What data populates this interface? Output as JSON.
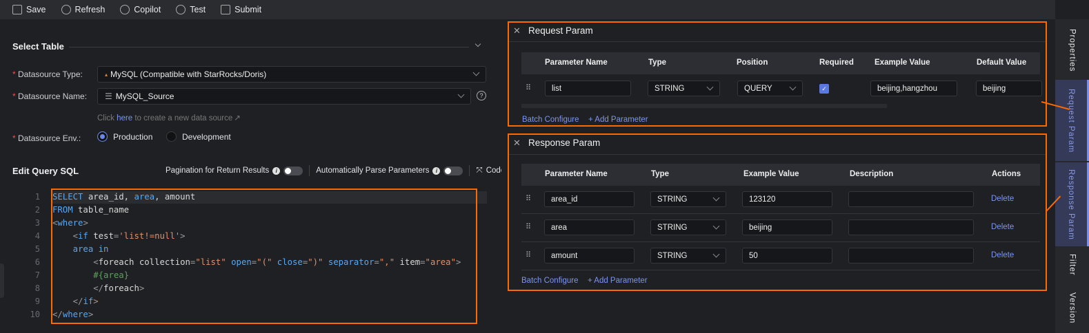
{
  "toolbar": {
    "save": "Save",
    "refresh": "Refresh",
    "copilot": "Copilot",
    "test": "Test",
    "submit": "Submit"
  },
  "select_table": {
    "title": "Select Table",
    "ds_type_label": "Datasource Type:",
    "ds_type_value": "MySQL (Compatible with StarRocks/Doris)",
    "ds_name_label": "Datasource Name:",
    "ds_name_value": "MySQL_Source",
    "hint_pre": "Click ",
    "hint_link": "here",
    "hint_post": " to create a new data source",
    "env_label": "Datasource Env.:",
    "env_options": [
      "Production",
      "Development"
    ],
    "env_selected": "Production"
  },
  "sql": {
    "title": "Edit Query SQL",
    "pagination_label": "Pagination for Return Results",
    "pagination_on": false,
    "auto_parse_label": "Automatically Parse Parameters",
    "auto_parse_on": false,
    "code_label": "Code",
    "lines": [
      [
        [
          "kw",
          "SELECT"
        ],
        [
          "id",
          " area_id, "
        ],
        [
          "kw",
          "area"
        ],
        [
          "id",
          ", amount"
        ]
      ],
      [
        [
          "kw",
          "FROM"
        ],
        [
          "id",
          " table_name"
        ]
      ],
      [
        [
          "br",
          "<"
        ],
        [
          "tag",
          "where"
        ],
        [
          "br",
          ">"
        ]
      ],
      [
        [
          "id",
          "    "
        ],
        [
          "br",
          "<"
        ],
        [
          "tag",
          "if"
        ],
        [
          "id",
          " test"
        ],
        [
          "br",
          "="
        ],
        [
          "str",
          "'list!=null'"
        ],
        [
          "br",
          ">"
        ]
      ],
      [
        [
          "id",
          "    "
        ],
        [
          "kw",
          "area in"
        ]
      ],
      [
        [
          "id",
          "        "
        ],
        [
          "br",
          "<"
        ],
        [
          "attr2",
          "foreach collection"
        ],
        [
          "br",
          "="
        ],
        [
          "str",
          "\"list\""
        ],
        [
          "attr",
          " open"
        ],
        [
          "br",
          "="
        ],
        [
          "str",
          "\"(\""
        ],
        [
          "attr",
          " close"
        ],
        [
          "br",
          "="
        ],
        [
          "str",
          "\")\""
        ],
        [
          "attr",
          " separator"
        ],
        [
          "br",
          "="
        ],
        [
          "str",
          "\",\""
        ],
        [
          "attr2",
          " item"
        ],
        [
          "br",
          "="
        ],
        [
          "str",
          "\"area\""
        ],
        [
          "br",
          ">"
        ]
      ],
      [
        [
          "id",
          "        "
        ],
        [
          "var",
          "#{area}"
        ]
      ],
      [
        [
          "id",
          "        "
        ],
        [
          "br",
          "</"
        ],
        [
          "attr2",
          "foreach"
        ],
        [
          "br",
          ">"
        ]
      ],
      [
        [
          "id",
          "    "
        ],
        [
          "br",
          "</"
        ],
        [
          "tag",
          "if"
        ],
        [
          "br",
          ">"
        ]
      ],
      [
        [
          "br",
          "</"
        ],
        [
          "tag",
          "where"
        ],
        [
          "br",
          ">"
        ]
      ]
    ]
  },
  "request_param": {
    "title": "Request Param",
    "columns": [
      "Parameter Name",
      "Type",
      "Position",
      "Required",
      "Example Value",
      "Default Value"
    ],
    "rows": [
      {
        "name": "list",
        "type": "STRING",
        "position": "QUERY",
        "required": true,
        "example": "beijing,hangzhou",
        "default": "beijing"
      }
    ],
    "batch": "Batch Configure",
    "add": "+ Add Parameter"
  },
  "response_param": {
    "title": "Response Param",
    "columns": [
      "Parameter Name",
      "Type",
      "Example Value",
      "Description",
      "Actions"
    ],
    "rows": [
      {
        "name": "area_id",
        "type": "STRING",
        "example": "123120",
        "description": "",
        "action": "Delete"
      },
      {
        "name": "area",
        "type": "STRING",
        "example": "beijing",
        "description": "",
        "action": "Delete"
      },
      {
        "name": "amount",
        "type": "STRING",
        "example": "50",
        "description": "",
        "action": "Delete"
      }
    ],
    "batch": "Batch Configure",
    "add": "+ Add Parameter"
  },
  "sidebar": {
    "tabs": [
      "Properties",
      "Request Param",
      "Response Param",
      "Filter",
      "Version"
    ],
    "active": [
      "Request Param",
      "Response Param"
    ]
  },
  "colors": {
    "accent": "#7d95f0",
    "highlight": "#ff6a00",
    "required": "#f05050"
  }
}
